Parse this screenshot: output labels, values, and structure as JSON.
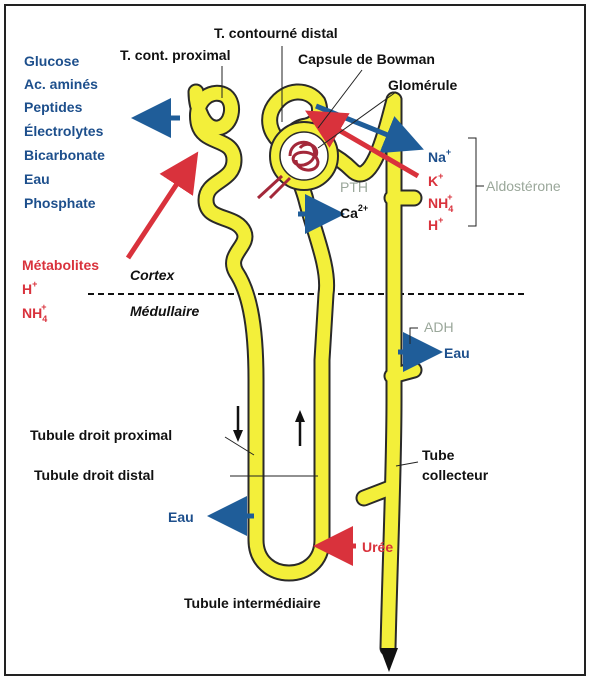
{
  "labels": {
    "distal": "T. contourné distal",
    "proximal": "T. cont. proximal",
    "bowman": "Capsule de Bowman",
    "glomerule": "Glomérule",
    "cortex": "Cortex",
    "medullaire": "Médullaire",
    "droit_proximal": "Tubule droit proximal",
    "droit_distal": "Tubule droit distal",
    "intermediaire": "Tubule intermédiaire",
    "tube_1": "Tube",
    "tube_2": "collecteur"
  },
  "reabsorbed": [
    "Glucose",
    "Ac. aminés",
    "Peptides",
    "Électrolytes",
    "Bicarbonate",
    "Eau",
    "Phosphate"
  ],
  "secreted": {
    "metabolites": "Métabolites",
    "h": "H",
    "h_sup": "+",
    "nh": "NH",
    "nh_sub": "4",
    "nh_sup": "+"
  },
  "right_ions": {
    "na": "Na",
    "na_sup": "+",
    "k": "K",
    "k_sup": "+",
    "nh": "NH",
    "nh_sub": "4",
    "nh_sup": "+",
    "h": "H",
    "h_sup": "+"
  },
  "hormones": {
    "aldosterone": "Aldostérone",
    "pth": "PTH",
    "adh": "ADH"
  },
  "ca": {
    "base": "Ca",
    "sup": "2+"
  },
  "eau_adh": "Eau",
  "eau_left": "Eau",
  "uree": "Urée",
  "colors": {
    "tubule_fill": "#f3ef3a",
    "tubule_outline": "#2a2a2a",
    "blue_arrow": "#1f5d99",
    "red_arrow": "#d9323c",
    "grey_text": "#9aa79a",
    "glomerulus": "#a3283a"
  }
}
